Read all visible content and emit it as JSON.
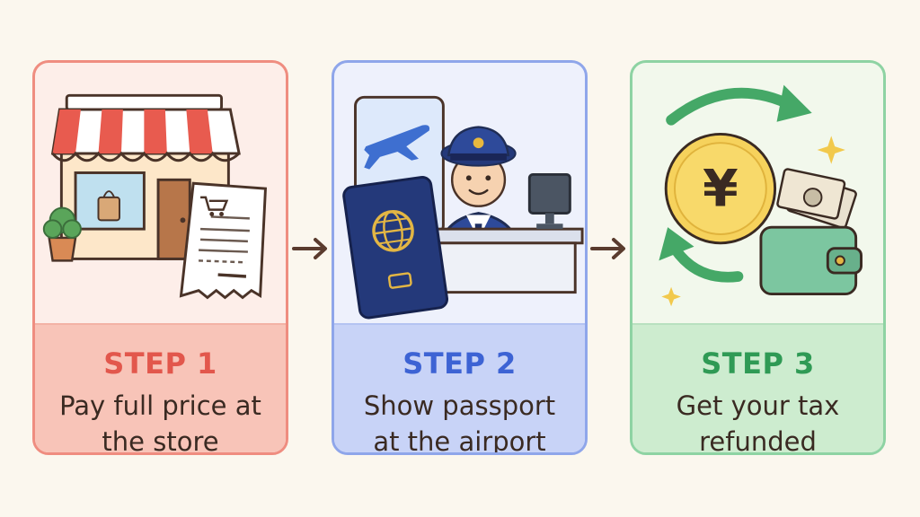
{
  "steps": [
    {
      "title": "STEP 1",
      "description": "Pay full price at the store"
    },
    {
      "title": "STEP 2",
      "description": "Show passport at the airport"
    },
    {
      "title": "STEP 3",
      "description": "Get your tax refunded"
    }
  ],
  "currency_symbol": "¥",
  "icons": {
    "step1": [
      "shop-icon",
      "shopping-bag-icon",
      "plant-icon",
      "receipt-icon",
      "cart-icon"
    ],
    "step2": [
      "airplane-icon",
      "officer-icon",
      "passport-icon",
      "monitor-icon"
    ],
    "step3": [
      "yen-coin-icon",
      "refund-arrows-icon",
      "wallet-icon",
      "banknotes-icon",
      "sparkle-icon"
    ]
  },
  "colors": {
    "background": "#fbf7ee",
    "step1_accent": "#e2574c",
    "step2_accent": "#3d63d4",
    "step3_accent": "#2f9a55",
    "arrow": "#5a3b2e"
  }
}
